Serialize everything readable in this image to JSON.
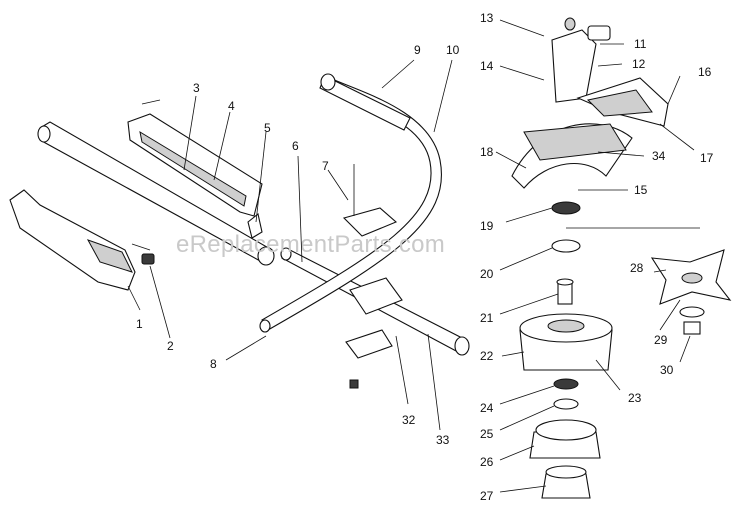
{
  "watermark": "eReplacementParts.com",
  "callouts": {
    "n1": "1",
    "n2": "2",
    "n3": "3",
    "n4": "4",
    "n5": "5",
    "n6": "6",
    "n7": "7",
    "n8": "8",
    "n9": "9",
    "n10": "10",
    "n11": "11",
    "n12": "12",
    "n13": "13",
    "n14": "14",
    "n15": "15",
    "n16": "16",
    "n17": "17",
    "n18": "18",
    "n19": "19",
    "n20": "20",
    "n21": "21",
    "n22": "22",
    "n23": "23",
    "n24": "24",
    "n25": "25",
    "n26": "26",
    "n27": "27",
    "n28": "28",
    "n29": "29",
    "n30": "30",
    "n32": "32",
    "n33": "33",
    "n34": "34"
  }
}
